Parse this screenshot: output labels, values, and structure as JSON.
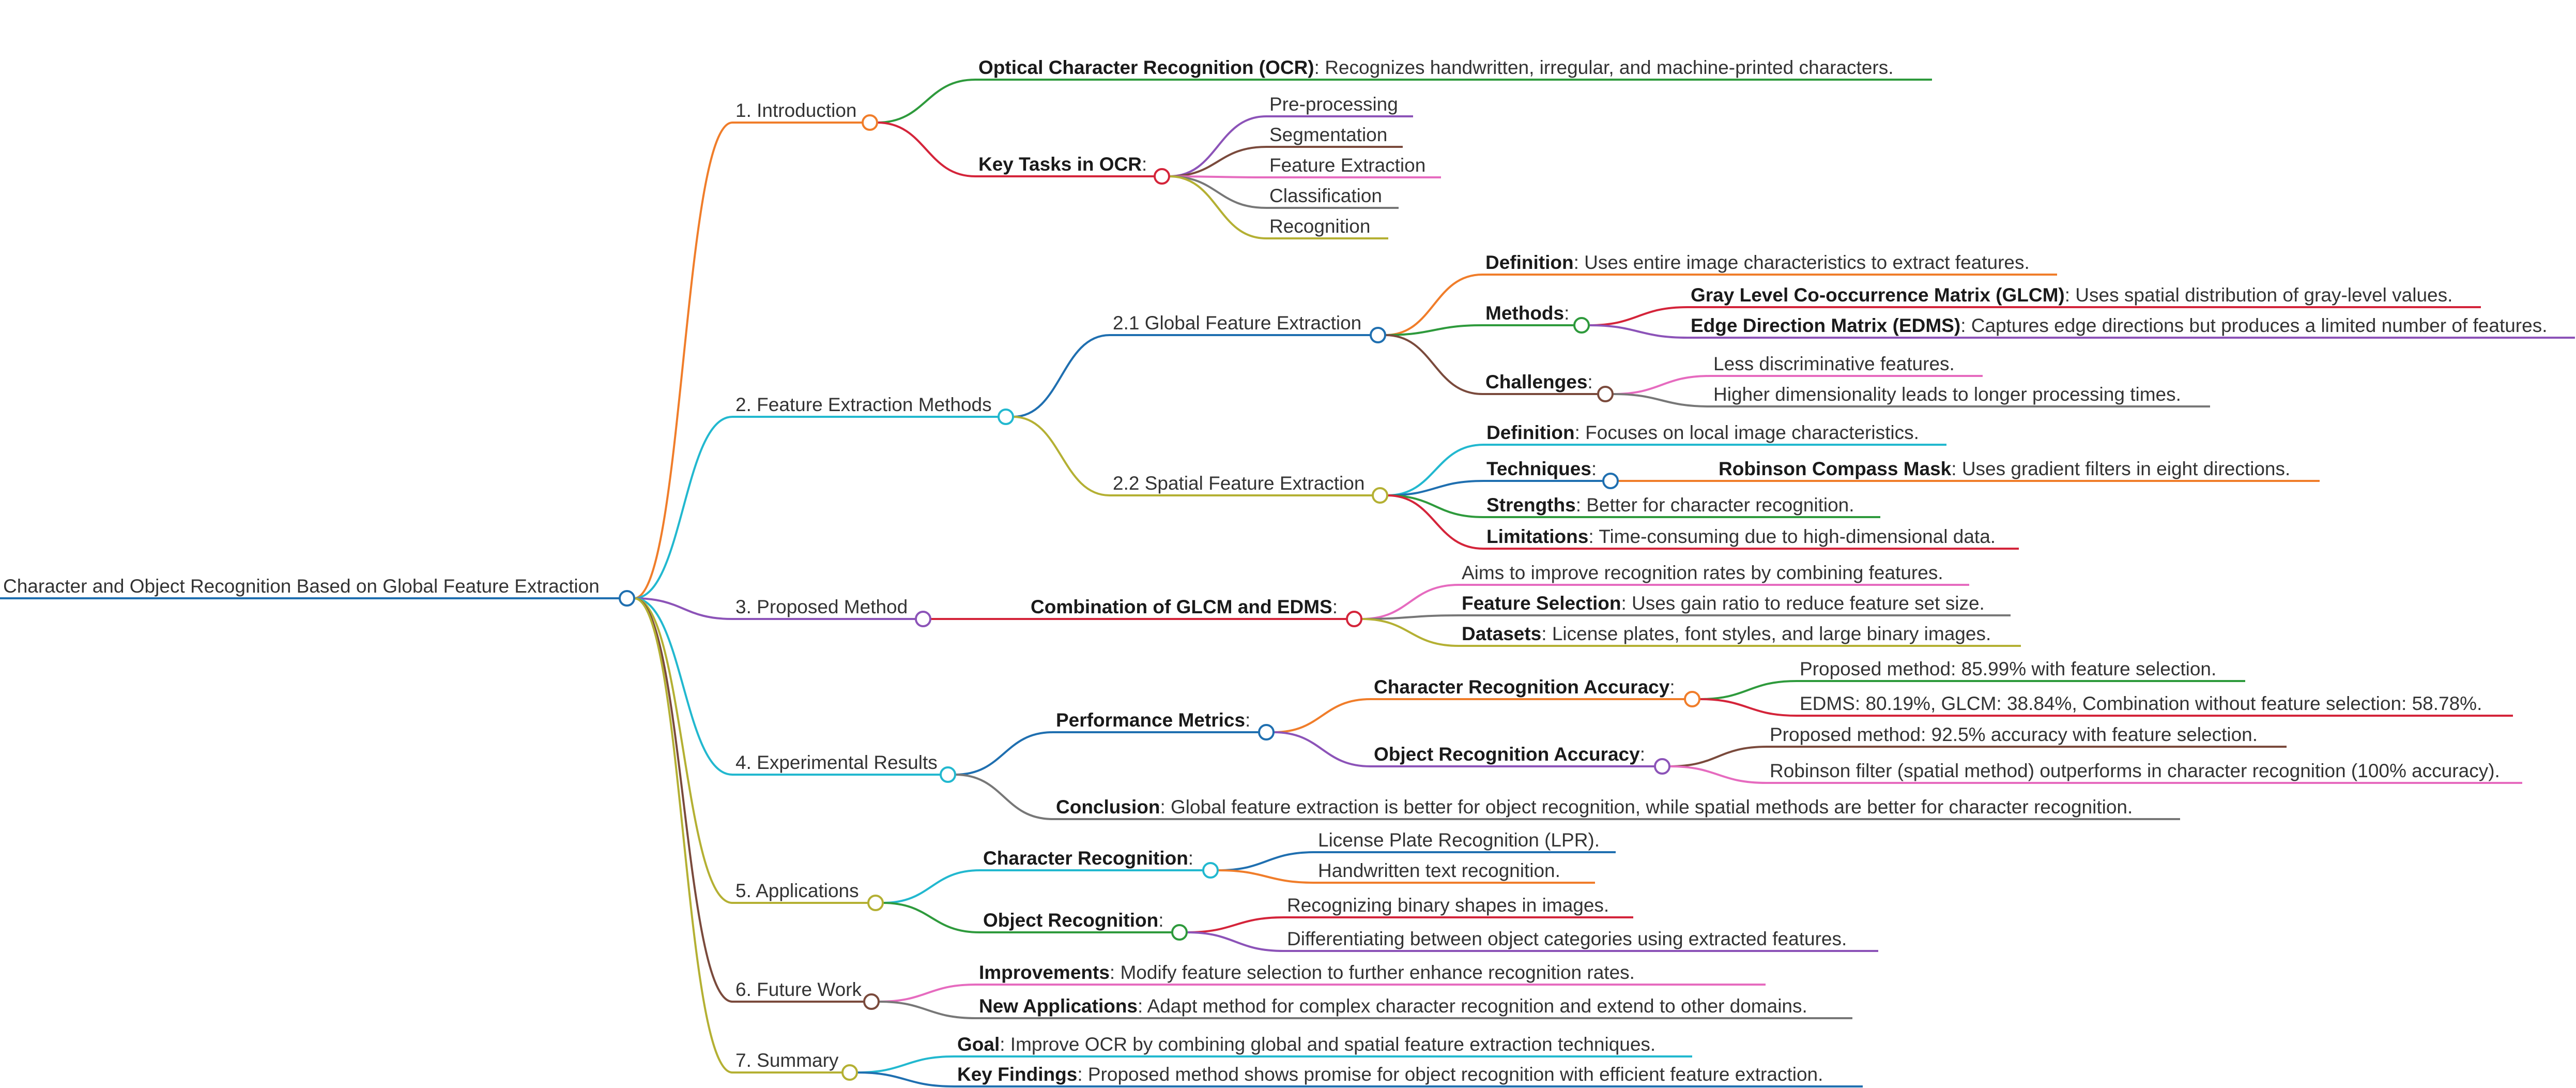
{
  "root": "Character and Object Recognition Based on Global Feature Extraction",
  "palette": {
    "blue": "#1f6fb0",
    "orange": "#f07d2a",
    "green": "#2e9a3c",
    "red": "#d4243a",
    "purple": "#8c53b8",
    "brown": "#7a4a3c",
    "pink": "#e66bbf",
    "gray": "#777777",
    "olive": "#b4b033",
    "cyan": "#22b8cf"
  },
  "sections": [
    {
      "label": "1. Introduction",
      "children": [
        {
          "bold": "Optical Character Recognition (OCR)",
          "text": ": Recognizes handwritten, irregular, and machine-printed characters."
        },
        {
          "bold": "Key Tasks in OCR",
          "text": ":",
          "children": [
            {
              "text": "Pre-processing"
            },
            {
              "text": "Segmentation"
            },
            {
              "text": "Feature Extraction"
            },
            {
              "text": "Classification"
            },
            {
              "text": "Recognition"
            }
          ]
        }
      ]
    },
    {
      "label": "2. Feature Extraction Methods",
      "children": [
        {
          "text": "2.1 Global Feature Extraction",
          "children": [
            {
              "bold": "Definition",
              "text": ": Uses entire image characteristics to extract features."
            },
            {
              "bold": "Methods",
              "text": ":",
              "children": [
                {
                  "bold": "Gray Level Co-occurrence Matrix (GLCM)",
                  "text": ": Uses spatial distribution of gray-level values."
                },
                {
                  "bold": "Edge Direction Matrix (EDMS)",
                  "text": ": Captures edge directions but produces a limited number of features."
                }
              ]
            },
            {
              "bold": "Challenges",
              "text": ":",
              "children": [
                {
                  "text": "Less discriminative features."
                },
                {
                  "text": "Higher dimensionality leads to longer processing times."
                }
              ]
            }
          ]
        },
        {
          "text": "2.2 Spatial Feature Extraction",
          "children": [
            {
              "bold": "Definition",
              "text": ": Focuses on local image characteristics."
            },
            {
              "bold": "Techniques",
              "text": ":",
              "children": [
                {
                  "bold": "Robinson Compass Mask",
                  "text": ": Uses gradient filters in eight directions."
                }
              ]
            },
            {
              "bold": "Strengths",
              "text": ": Better for character recognition."
            },
            {
              "bold": "Limitations",
              "text": ": Time-consuming due to high-dimensional data."
            }
          ]
        }
      ]
    },
    {
      "label": "3. Proposed Method",
      "children": [
        {
          "bold": "Combination of GLCM and EDMS",
          "text": ":",
          "children": [
            {
              "text": "Aims to improve recognition rates by combining features."
            },
            {
              "bold": "Feature Selection",
              "text": ": Uses gain ratio to reduce feature set size."
            },
            {
              "bold": "Datasets",
              "text": ": License plates, font styles, and large binary images."
            }
          ]
        }
      ]
    },
    {
      "label": "4. Experimental Results",
      "children": [
        {
          "bold": "Performance Metrics",
          "text": ":",
          "children": [
            {
              "bold": "Character Recognition Accuracy",
              "text": ":",
              "children": [
                {
                  "text": "Proposed method: 85.99% with feature selection."
                },
                {
                  "text": "EDMS: 80.19%, GLCM: 38.84%, Combination without feature selection: 58.78%."
                }
              ]
            },
            {
              "bold": "Object Recognition Accuracy",
              "text": ":",
              "children": [
                {
                  "text": "Proposed method: 92.5% accuracy with feature selection."
                },
                {
                  "text": "Robinson filter (spatial method) outperforms in character recognition (100% accuracy)."
                }
              ]
            }
          ]
        },
        {
          "bold": "Conclusion",
          "text": ": Global feature extraction is better for object recognition, while spatial methods are better for character recognition."
        }
      ]
    },
    {
      "label": "5. Applications",
      "children": [
        {
          "bold": "Character Recognition",
          "text": ":",
          "children": [
            {
              "text": "License Plate Recognition (LPR)."
            },
            {
              "text": "Handwritten text recognition."
            }
          ]
        },
        {
          "bold": "Object Recognition",
          "text": ":",
          "children": [
            {
              "text": "Recognizing binary shapes in images."
            },
            {
              "text": "Differentiating between object categories using extracted features."
            }
          ]
        }
      ]
    },
    {
      "label": "6. Future Work",
      "children": [
        {
          "bold": "Improvements",
          "text": ": Modify feature selection to further enhance recognition rates."
        },
        {
          "bold": "New Applications",
          "text": ": Adapt method for complex character recognition and extend to other domains."
        }
      ]
    },
    {
      "label": "7. Summary",
      "children": [
        {
          "bold": "Goal",
          "text": ": Improve OCR by combining global and spatial feature extraction techniques."
        },
        {
          "bold": "Key Findings",
          "text": ": Proposed method shows promise for object recognition with efficient feature extraction."
        }
      ]
    }
  ]
}
